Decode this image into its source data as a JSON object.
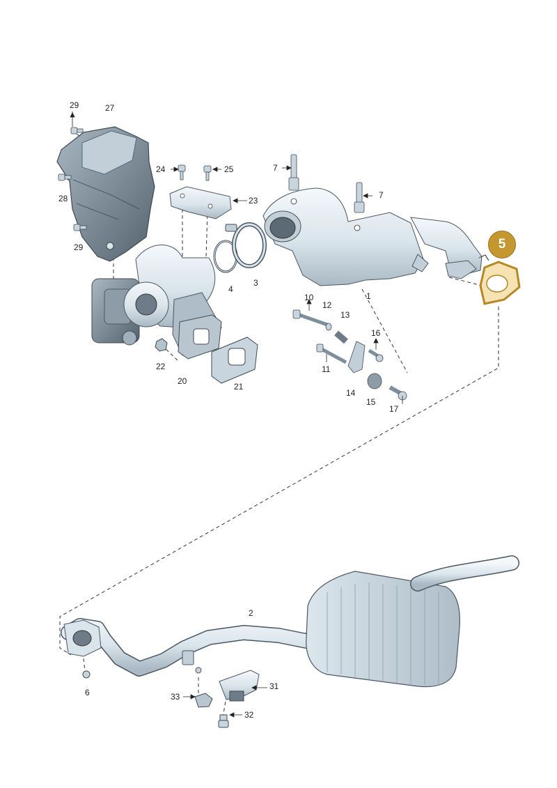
{
  "labels": {
    "l1": "1",
    "l2": "2",
    "l3": "3",
    "l4": "4",
    "l6": "6",
    "l7a": "7",
    "l7b": "7",
    "l10": "10",
    "l11": "11",
    "l12": "12",
    "l13": "13",
    "l14": "14",
    "l15": "15",
    "l16": "16",
    "l17": "17",
    "l20": "20",
    "l21": "21",
    "l22": "22",
    "l23": "23",
    "l24": "24",
    "l25": "25",
    "l27": "27",
    "l28": "28",
    "l29a": "29",
    "l29b": "29",
    "l31": "31",
    "l32": "32",
    "l33": "33"
  },
  "callout": {
    "label": "5",
    "fill_color": "#c5972f",
    "text_color": "#ffffff",
    "part_color": "#f6e3b4"
  },
  "colors": {
    "part_fill": "#e2ecf2",
    "part_stroke": "#4a5660",
    "part_dark": "#7d8f9c",
    "dash": "#333333"
  }
}
